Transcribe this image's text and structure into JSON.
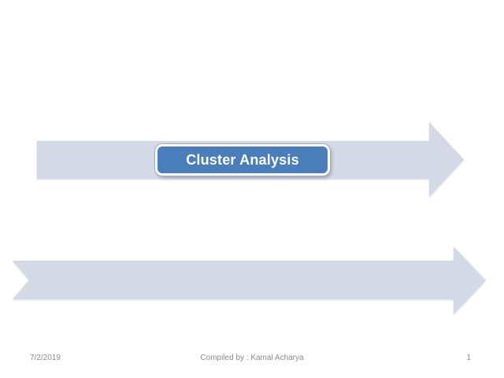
{
  "slide": {
    "title": "Cluster Analysis",
    "footer": {
      "date": "7/2/2019",
      "credit": "Compiled by : Kamal Acharya",
      "page_number": "1"
    }
  },
  "colors": {
    "background": "#ffffff",
    "arrow-fill": "#d3d9e5",
    "title-box-fill": "#4a7ebb",
    "title-box-border": "#ffffff",
    "title-box-outline": "#9aaecb",
    "title-text": "#ffffff",
    "footer-text": "#8a8a8a"
  }
}
